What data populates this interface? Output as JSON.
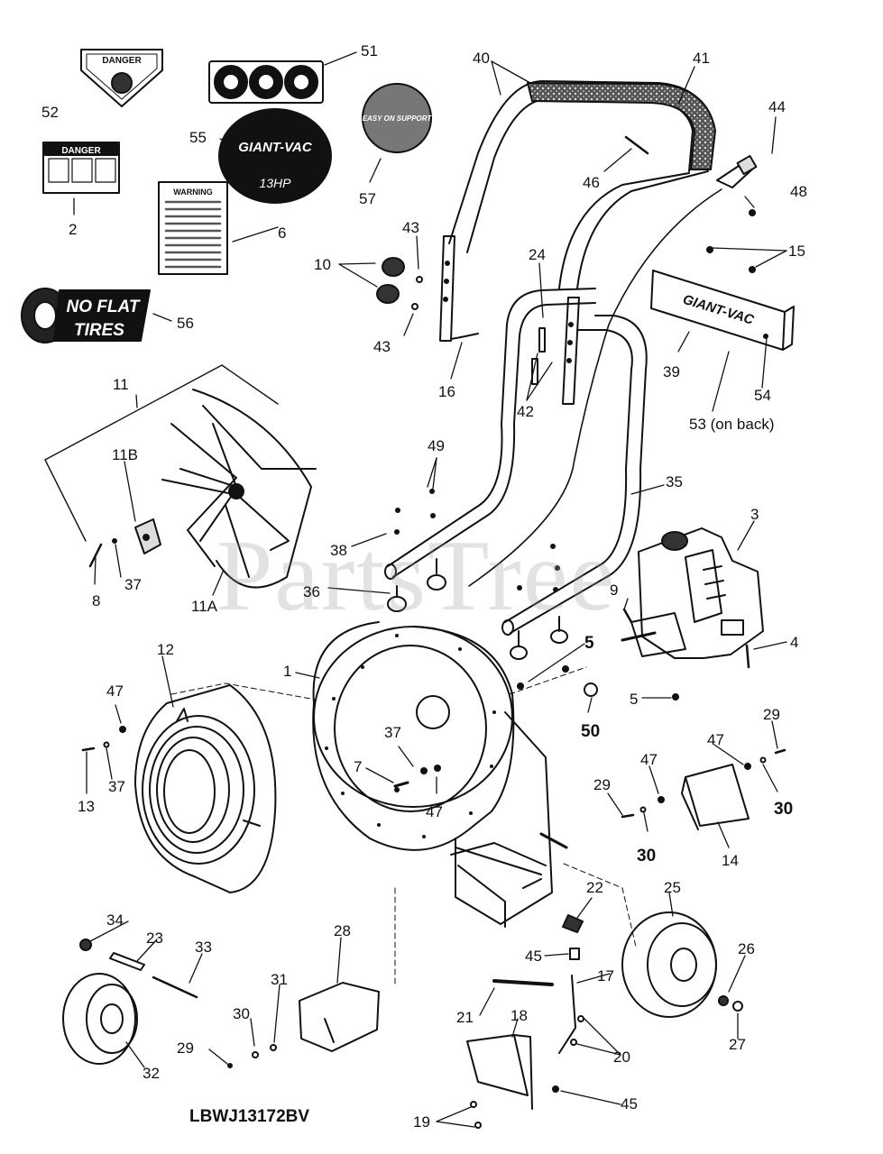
{
  "watermark": "PartsTree",
  "model_code": "LBWJ13172BV",
  "decals": {
    "danger_triangle": "DANGER",
    "danger_label": "DANGER",
    "warning_label": "WARNING",
    "brand_badge": "GIANT-VAC",
    "brand_badge_hp": "13HP",
    "easy_badge": "EASY ON SUPPORT",
    "no_flat_tires": [
      "NO FLAT",
      "TIRES"
    ],
    "plate_brand": "GIANT-VAC"
  },
  "callouts": {
    "c52": "52",
    "c51": "51",
    "c40": "40",
    "c41": "41",
    "c44": "44",
    "c55": "55",
    "c2": "2",
    "c57": "57",
    "c46": "46",
    "c48": "48",
    "c6": "6",
    "c43a": "43",
    "c10": "10",
    "c15": "15",
    "c24": "24",
    "c56": "56",
    "c43b": "43",
    "c16": "16",
    "c42": "42",
    "c39": "39",
    "c54": "54",
    "c53": "53 (on back)",
    "c11": "11",
    "c49": "49",
    "c35": "35",
    "c11b": "11B",
    "c3": "3",
    "c38": "38",
    "c8": "8",
    "c37a": "37",
    "c36": "36",
    "c9": "9",
    "c11a": "11A",
    "c5a": "5",
    "c4": "4",
    "c12": "12",
    "c1": "1",
    "c47a": "47",
    "c5b": "5",
    "c50": "50",
    "c29a": "29",
    "c37b": "37",
    "c47b": "47",
    "c13": "13",
    "c37c": "37",
    "c7": "7",
    "c47c": "47",
    "c29b": "29",
    "c30a": "30",
    "c47d": "47",
    "c30b": "30",
    "c14": "14",
    "c22": "22",
    "c25": "25",
    "c34": "34",
    "c23": "23",
    "c33": "33",
    "c28": "28",
    "c45a": "45",
    "c26": "26",
    "c17": "17",
    "c31": "31",
    "c21": "21",
    "c18": "18",
    "c30c": "30",
    "c20": "20",
    "c27": "27",
    "c29c": "29",
    "c32": "32",
    "c45b": "45",
    "c19": "19"
  }
}
